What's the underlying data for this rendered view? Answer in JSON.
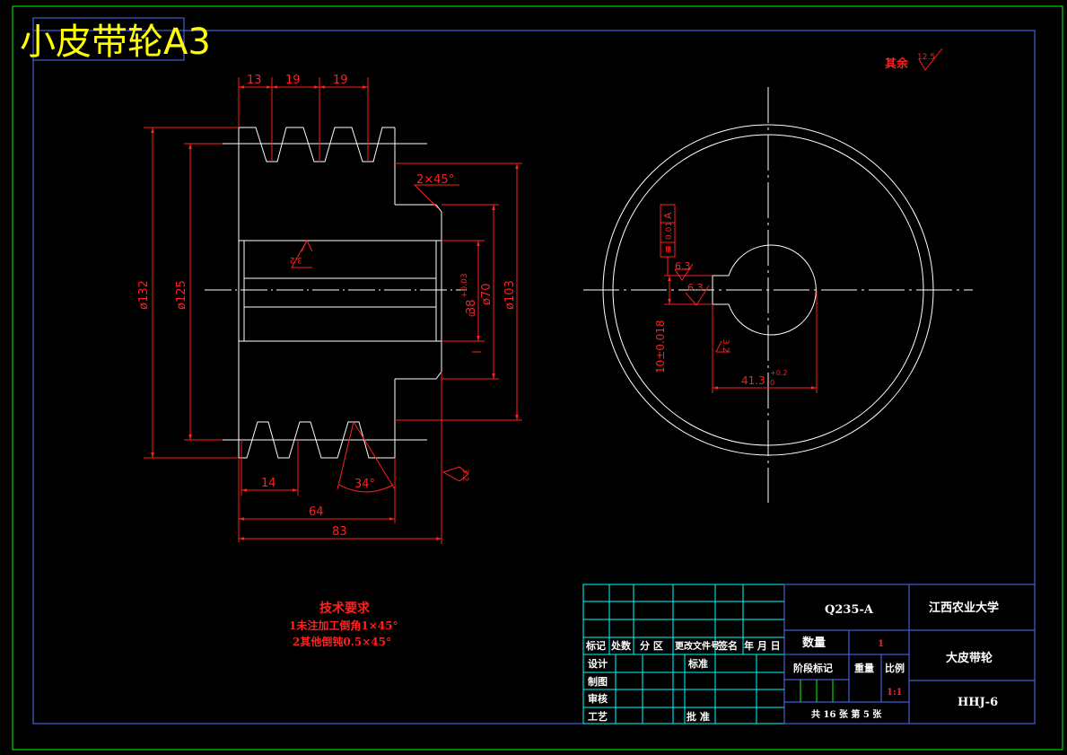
{
  "title": "小皮带轮A3",
  "roughness_note": {
    "prefix": "其余",
    "value": "12.5"
  },
  "front_view": {
    "dims": {
      "pitch1": "13",
      "pitch2": "19",
      "pitch3": "19",
      "dia132": "ø132",
      "dia125": "ø125",
      "chamfer": "2×45°",
      "bore": "38",
      "bore_tol": "+0.03",
      "bore_tol2": "0",
      "dia70": "ø70",
      "dia103": "ø103",
      "groove_width": "14",
      "groove_angle": "34°",
      "len64": "64",
      "len83": "83",
      "rough_bore": "3.2",
      "rough_face": "3.2"
    }
  },
  "side_view": {
    "dims": {
      "tol_frame_symbol": "≡",
      "tol_frame_value": "0.01",
      "tol_frame_datum": "A",
      "rough_key1": "6.3",
      "rough_key2": "6.3",
      "rough_key3": "3.2",
      "key_width": "10±0.018",
      "key_depth": "41.3",
      "key_tol": "+0.2",
      "key_tol2": "0"
    }
  },
  "notes": {
    "heading": "技术要求",
    "line1": "1未注加工倒角1×45°",
    "line2": "2其他倒钝0.5×45°"
  },
  "title_block": {
    "material": "Q235-A",
    "school": "江西农业大学",
    "part_name": "大皮带轮",
    "drawing_no": "HHJ-6",
    "hdr_mark": "标记",
    "hdr_count": "处数",
    "hdr_zone": "分 区",
    "hdr_doc": "更改文件号",
    "hdr_sign": "签名",
    "hdr_date": "年 月 日",
    "design": "设计",
    "draw": "制图",
    "check": "审核",
    "process": "工艺",
    "standard": "标准",
    "approve": "批 准",
    "qty_label": "数量",
    "qty": "1",
    "stage_label": "阶段标记",
    "weight_label": "重量",
    "scale_label": "比例",
    "scale": "1:1",
    "sheets": "共 16 张  第 5 张"
  },
  "colors": {
    "frame": "#00ff00",
    "border": "#4a6fff",
    "geometry": "#ffffff",
    "dims": "#ff2020",
    "title": "#ffff00",
    "table": "#00ffff"
  }
}
